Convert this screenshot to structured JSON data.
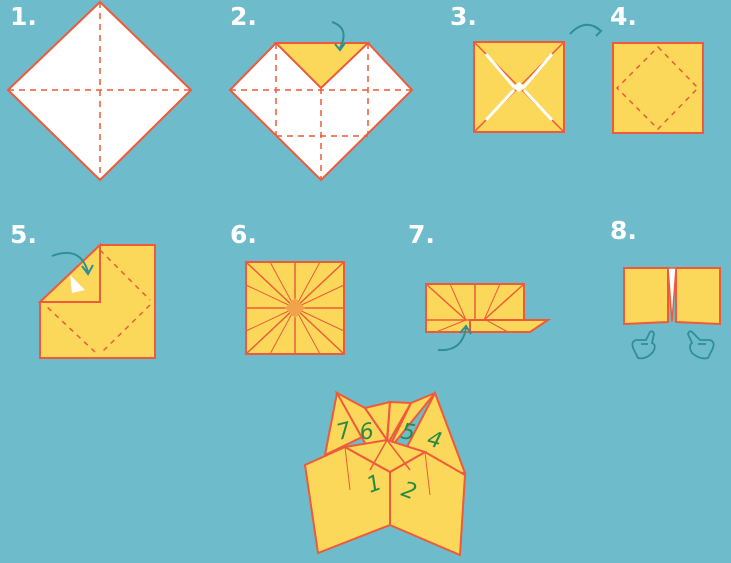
{
  "steps": [
    {
      "label": "1."
    },
    {
      "label": "2."
    },
    {
      "label": "3."
    },
    {
      "label": "4."
    },
    {
      "label": "5."
    },
    {
      "label": "6."
    },
    {
      "label": "7."
    },
    {
      "label": "8."
    }
  ],
  "final_numbers": [
    "7",
    "6",
    "5",
    "4",
    "1",
    "2"
  ],
  "colors": {
    "background": "#6ebccb",
    "paper_white": "#ffffff",
    "paper_yellow": "#fcd85a",
    "stroke": "#ee5a3a",
    "arrow": "#2e8f98"
  }
}
